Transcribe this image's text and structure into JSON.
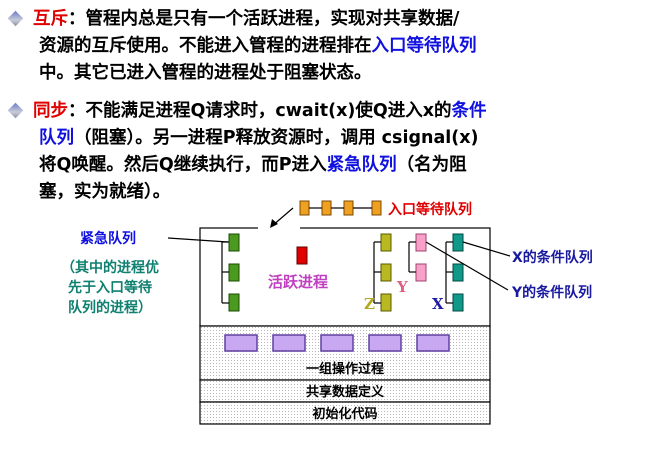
{
  "bullets": [
    {
      "term": "互斥",
      "colon": "：",
      "lines": [
        "管程内总是只有一个活跃进程，实现对共享数据/",
        "资源的互斥使用。不能进入管程的进程排在",
        "中。其它已进入管程的进程处于阻塞状态。"
      ],
      "highlight": "入口等待队列"
    },
    {
      "term": "同步",
      "colon": "：",
      "line1_text": "不能满足进程Q请求时，cwait(x)使Q进入x的",
      "line1_highlight": "条件",
      "line2_highlight": "队列",
      "line2_text": "（阻塞）。另一进程P释放资源时，调用 csignal(x)",
      "line3_text": "将Q唤醒。然后Q继续执行，而P进入",
      "line3_highlight": "紧急队列",
      "line3_tail": "（名为阻",
      "line4_text": "塞，实为就绪）。"
    }
  ],
  "diagram": {
    "entry_queue_label": "入口等待队列",
    "urgent_queue_label": "紧急队列",
    "urgent_note": [
      "（其中的进程优",
      "先于入口等待",
      "队列的进程）"
    ],
    "active_process_label": "活跃进程",
    "z_label": "Z",
    "y_label": "Y",
    "x_label": "X",
    "x_cond_label": "X的条件队列",
    "y_cond_label": "Y的条件队列",
    "procedures_label": "一组操作过程",
    "shared_data_label": "共享数据定义",
    "init_code_label": "初始化代码"
  },
  "colors": {
    "red": "#e00000",
    "blue": "#1010e0",
    "orange_queue": "#f0a020",
    "green_queue": "#4a9a20",
    "olive_queue": "#b8b820",
    "pink_queue": "#f8a0c8",
    "teal_queue": "#109888",
    "active_red": "#e00000",
    "purple_label": "#c040c0",
    "navy_label": "#1a1aa0",
    "teal_text": "#108070",
    "procedure_box": "#c8a8f0"
  }
}
